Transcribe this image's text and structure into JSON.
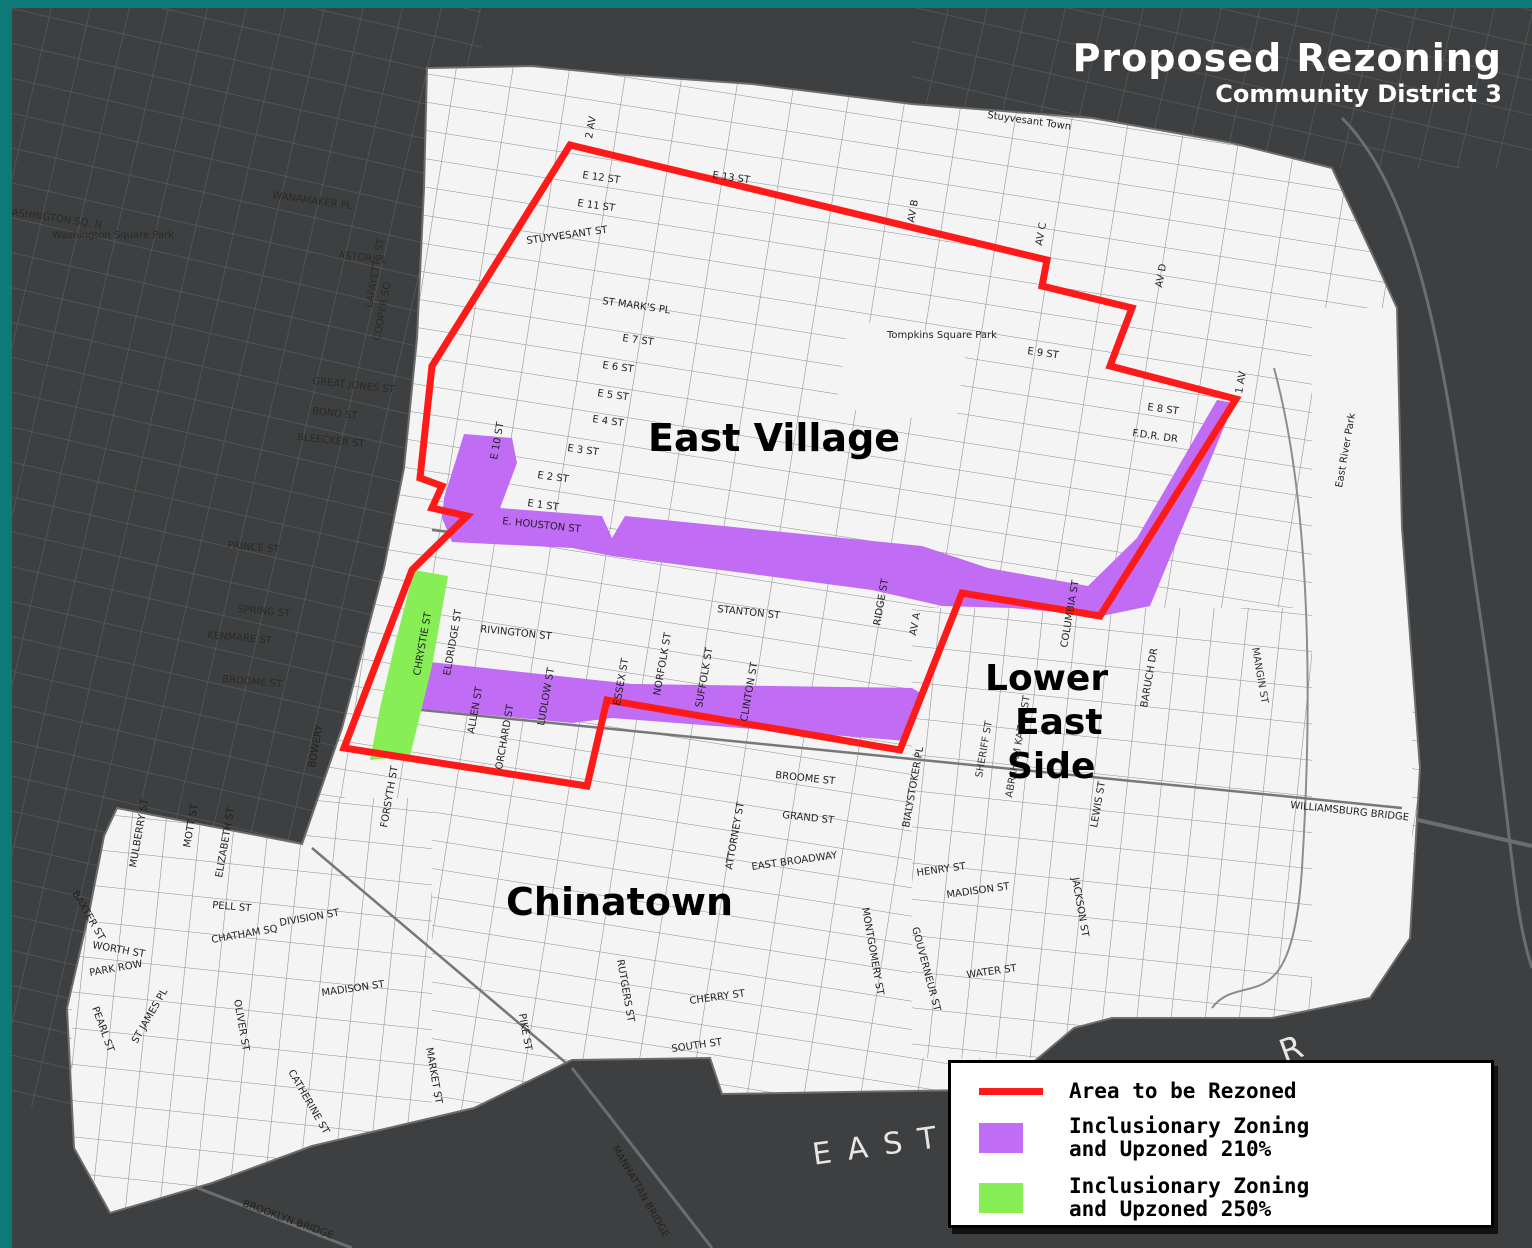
{
  "title": {
    "main": "Proposed Rezoning",
    "sub": "Community District 3"
  },
  "neighborhoods": {
    "east_village": "East Village",
    "les_line1": "Lower",
    "les_line2": "East",
    "les_line3": "Side",
    "chinatown": "Chinatown"
  },
  "legend": {
    "rezoned": {
      "label": "Area to be Rezoned",
      "color": "#ff1a1a"
    },
    "iz210": {
      "label": "Inclusionary Zoning\nand Upzoned 210%",
      "color": "#c06cf5"
    },
    "iz250": {
      "label": "Inclusionary Zoning\nand Upzoned 250%",
      "color": "#88ee55"
    }
  },
  "water_labels": {
    "east": "EAST",
    "river_r": "R"
  },
  "colors": {
    "background": "#3d3f40",
    "land": "#f4f4f4",
    "boundary": "#ff1a1a",
    "iz210": "#c06cf5",
    "iz250": "#88ee55",
    "frame": "#0e7a78"
  },
  "streets": [
    "E 12 ST",
    "E 11 ST",
    "E 13 ST",
    "STUYVESANT ST",
    "ST MARK'S PL",
    "E 7 ST",
    "E 6 ST",
    "E 5 ST",
    "E 4 ST",
    "E 3 ST",
    "E 2 ST",
    "E 1 ST",
    "E. HOUSTON ST",
    "STANTON ST",
    "RIVINGTON ST",
    "BROOME ST",
    "GRAND ST",
    "EAST BROADWAY",
    "HENRY ST",
    "MADISON ST",
    "CHERRY ST",
    "SOUTH ST",
    "WATER ST",
    "DIVISION ST",
    "PELL ST",
    "MOTT ST",
    "MULBERRY ST",
    "ELIZABETH ST",
    "FORSYTH ST",
    "CHRYSTIE ST",
    "ELDRIDGE ST",
    "ALLEN ST",
    "ORCHARD ST",
    "LUDLOW ST",
    "ESSEX ST",
    "NORFOLK ST",
    "SUFFOLK ST",
    "CLINTON ST",
    "ATTORNEY ST",
    "RIDGE ST",
    "AV A",
    "AV B",
    "AV C",
    "AV D",
    "1 AV",
    "2 AV",
    "E 10 ST",
    "E 9 ST",
    "E 8 ST",
    "F.D.R. DR",
    "WILLIAMSBURG BRIDGE",
    "MANHATTAN BRIDGE",
    "BROOKLYN BRIDGE",
    "CATHERINE ST",
    "MONTGOMERY ST",
    "GOUVERNEUR ST",
    "JACKSON ST",
    "PIKE ST",
    "RUTGERS ST",
    "OLIVER ST",
    "PARK ROW",
    "WORTH ST",
    "BAXTER ST",
    "ST JAMES PL",
    "PEARL ST",
    "MARKET ST",
    "BIALYSTOKER PL",
    "LEWIS ST",
    "COLUMBIA ST",
    "BARUCH DR",
    "MANGIN ST",
    "SHERIFF ST",
    "ABRAHAM KAZAN ST",
    "WASHINGTON SQ. N",
    "Washington Square Park",
    "Stuyvesant Town",
    "Tompkins Square Park",
    "East River Park",
    "BOWERY",
    "BLEECKER ST",
    "BOND ST",
    "GREAT JONES ST",
    "COOPER SQ",
    "ASTOR PL",
    "WANAMAKER PL",
    "LAFAYETTE ST",
    "PRINCE ST",
    "SPRING ST",
    "KENMARE ST",
    "BROOME ST",
    "CHATHAM SQ",
    "MADISON ST"
  ]
}
